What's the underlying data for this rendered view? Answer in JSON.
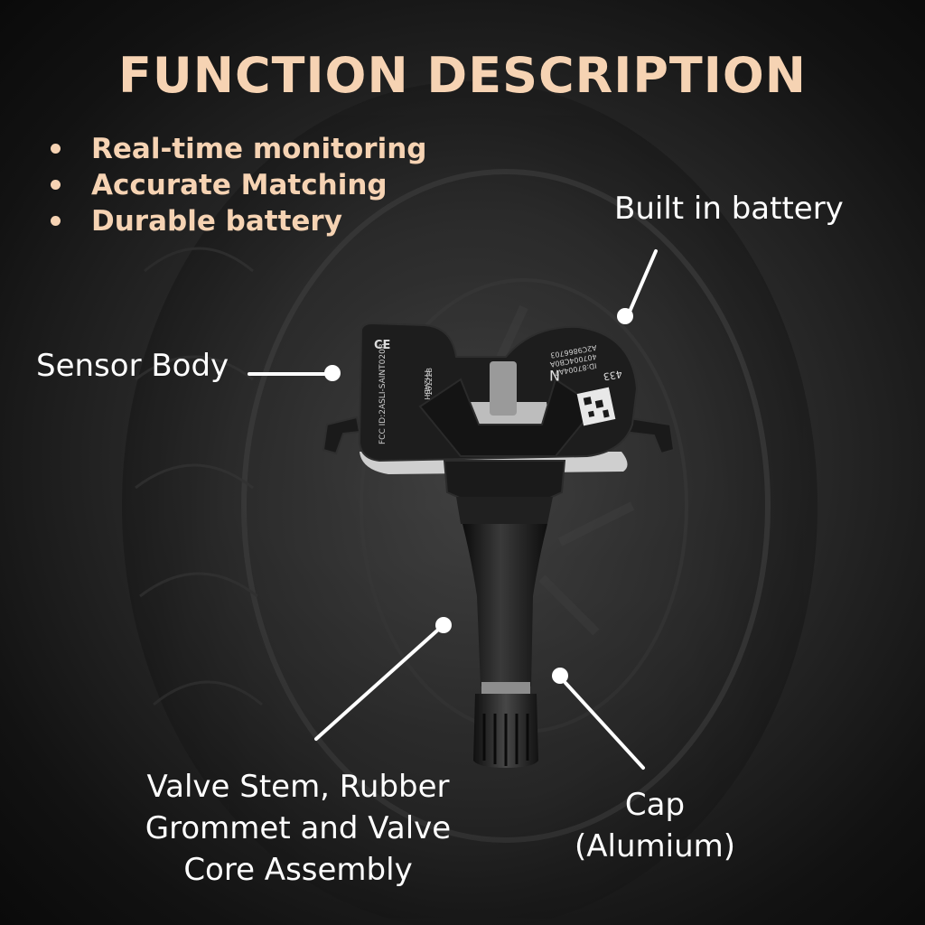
{
  "title": "FUNCTION DESCRIPTION",
  "features": [
    "Real-time monitoring",
    "Accurate Matching",
    "Durable battery"
  ],
  "callouts": {
    "battery": "Built in battery",
    "sensor_body": "Sensor Body",
    "valve_line1": "Valve Stem, Rubber",
    "valve_line2": "Grommet and Valve",
    "valve_line3": "Core Assembly",
    "cap_line1": "Cap",
    "cap_line2": "(Alumium)"
  },
  "sensor_markings": {
    "fcc_id": "FCC ID:2ASLI-SAINT0208",
    "code_left1": "16122B",
    "code_left2": "FH2ABH",
    "code_right1": "A2C9866703",
    "code_right2": "407004CB0A",
    "code_right3": "ID:87004A7",
    "letter": "N",
    "number": "433",
    "ce": "CE"
  },
  "colors": {
    "accent": "#f6d3b3",
    "label": "#ffffff",
    "background": "#1b1b1b"
  }
}
